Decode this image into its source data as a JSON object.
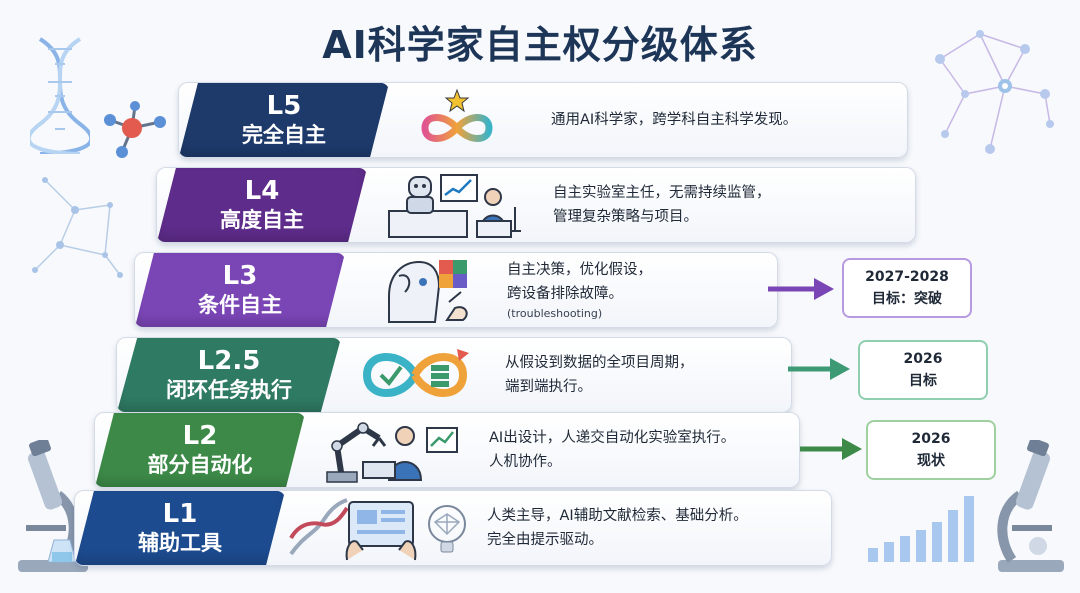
{
  "title": "AI科学家自主权分级体系",
  "colors": {
    "l5": "#1d3a6b",
    "l4": "#5e2c8a",
    "l3": "#7a45b5",
    "l25": "#2f7a62",
    "l2": "#3d8a48",
    "l1": "#1d4b8f",
    "target_purple": "#8a5cc7",
    "target_green": "#3d9a74"
  },
  "levels": [
    {
      "id": "l5",
      "level": "L5",
      "name": "完全自主",
      "desc": [
        "通用AI科学家，跨学科自主科学发现。"
      ],
      "icons": [
        "infinity-star-icon"
      ]
    },
    {
      "id": "l4",
      "level": "L4",
      "name": "高度自主",
      "desc": [
        "自主实验室主任，无需持续监管，",
        "管理复杂策略与项目。"
      ],
      "icons": [
        "robot-manager-icon",
        "chart-icon",
        "scientist-icon"
      ]
    },
    {
      "id": "l3",
      "level": "L3",
      "name": "条件自主",
      "desc": [
        "自主决策，优化假设，",
        "跨设备排除故障。"
      ],
      "note": "(troubleshooting)",
      "icons": [
        "robot-head-icon",
        "puzzle-icon"
      ]
    },
    {
      "id": "l25",
      "level": "L2.5",
      "name": "闭环任务执行",
      "desc": [
        "从假设到数据的全项目周期，",
        "端到端执行。"
      ],
      "icons": [
        "closed-loop-icon"
      ]
    },
    {
      "id": "l2",
      "level": "L2",
      "name": "部分自动化",
      "desc": [
        "AI出设计，人递交自动化实验室执行。",
        "人机协作。"
      ],
      "icons": [
        "robot-arm-icon",
        "researcher-laptop-icon"
      ]
    },
    {
      "id": "l1",
      "level": "L1",
      "name": "辅助工具",
      "desc": [
        "人类主导，AI辅助文献检索、基础分析。",
        "完全由提示驱动。"
      ],
      "icons": [
        "dna-icon",
        "tablet-hands-icon",
        "brain-bulb-icon"
      ]
    }
  ],
  "targets": [
    {
      "line1": "2027-2028",
      "line2": "目标：突破"
    },
    {
      "line1": "2026",
      "line2": "目标"
    },
    {
      "line1": "2026",
      "line2": "现状"
    }
  ]
}
